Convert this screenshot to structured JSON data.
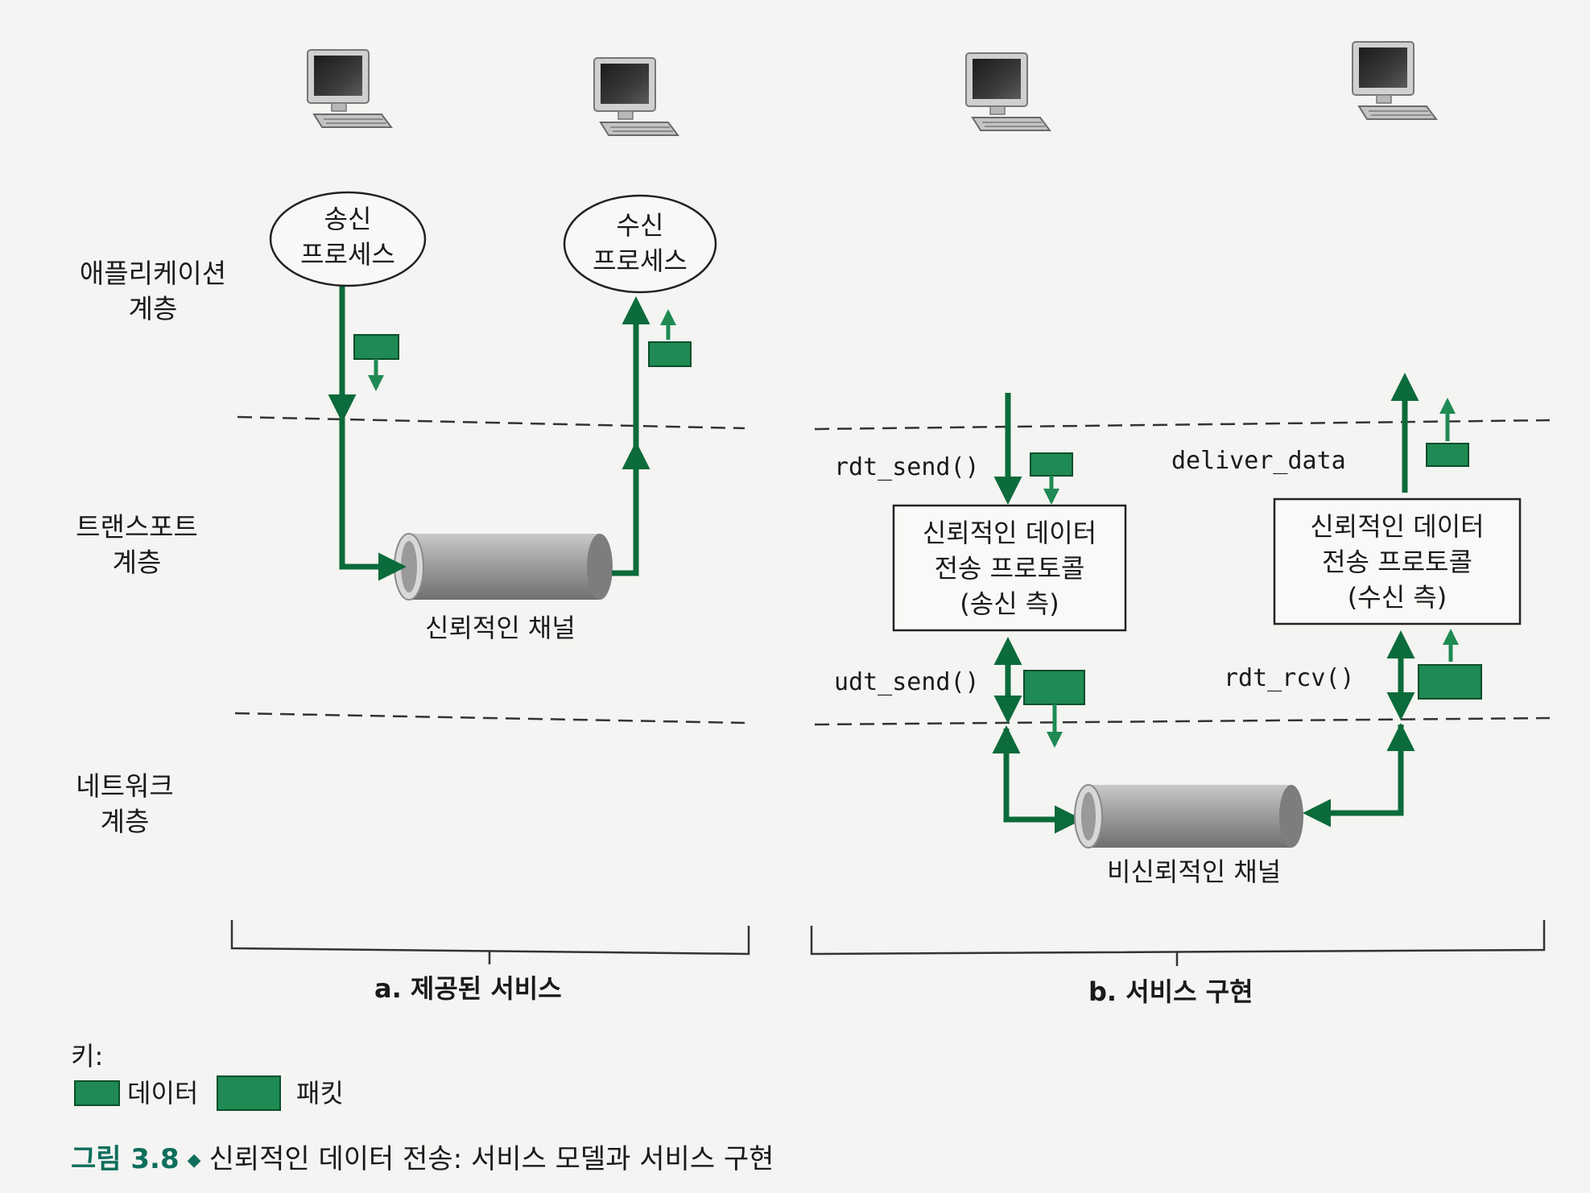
{
  "layers": {
    "application": [
      "애플리케이션",
      "계층"
    ],
    "transport": [
      "트랜스포트",
      "계층"
    ],
    "network": [
      "네트워크",
      "계층"
    ]
  },
  "part_a": {
    "sender_process": [
      "송신",
      "프로세스"
    ],
    "receiver_process": [
      "수신",
      "프로세스"
    ],
    "channel_label": "신뢰적인 채널",
    "caption_letter": "a.",
    "caption_text": "제공된 서비스"
  },
  "part_b": {
    "rdt_send": "rdt_send()",
    "deliver_data": "deliver_data",
    "udt_send": "udt_send()",
    "rdt_rcv": "rdt_rcv()",
    "sender_box": [
      "신뢰적인 데이터",
      "전송 프로토콜",
      "(송신 측)"
    ],
    "receiver_box": [
      "신뢰적인 데이터",
      "전송 프로토콜",
      "(수신 측)"
    ],
    "channel_label": "비신뢰적인 채널",
    "caption_letter": "b.",
    "caption_text": "서비스 구현"
  },
  "key": {
    "title": "키:",
    "data_label": "데이터",
    "packet_label": "패킷"
  },
  "figure_caption": {
    "number": "그림 3.8",
    "text": "신뢰적인 데이터 전송: 서비스 모델과 서비스 구현"
  },
  "colors": {
    "arrow_green": "#0c6b3a",
    "data_green": "#1f8a53",
    "caption_teal": "#0f6e5c"
  }
}
